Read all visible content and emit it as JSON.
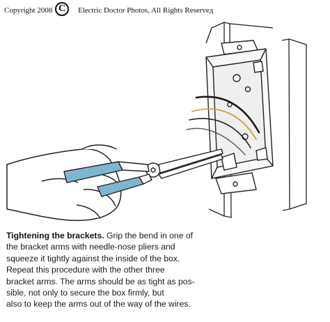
{
  "copyright": {
    "left": "Copyright 2008",
    "symbol": "C",
    "right": "Electric Doctor Photos, All Rights Reserveд"
  },
  "caption": {
    "title": "Tightening the brackets.",
    "first_line_rest": " Grip the bend in one of",
    "lines": [
      "the bracket arms with needle-nose pliers and",
      "squeeze it tightly against the inside of the box.",
      "Repeat this procedure with the other three",
      "bracket arms. The arms should be as tight as pos-",
      "sible, not only to secure the box firmly, but",
      "also to keep the arms out of the way of the wires."
    ]
  },
  "colors": {
    "ink": "#1a1a1a",
    "plier_grip": "#7fb6cf",
    "wire_yellow": "#c9a23a"
  },
  "illustration": {
    "subject": "hand squeezing needle-nose pliers on electrical box bracket arm",
    "icons": [
      "hand-icon",
      "pliers-icon",
      "electrical-box-icon",
      "wires-icon"
    ]
  }
}
